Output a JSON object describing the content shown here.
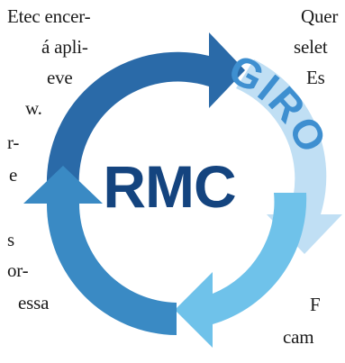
{
  "diagram": {
    "center_label": "RMC",
    "arc_label": "GIRO",
    "colors": {
      "arrow_top": "#2a6aa8",
      "arrow_right": "#4aa3df",
      "arrow_bottom": "#6fc2ea",
      "arrow_left": "#3a8ac4",
      "center_text": "#14447f",
      "arc_text": "#3e8fd0"
    }
  },
  "left_text_fragments": [
    "Etec encer-",
    "á apli-",
    "eve",
    "w.",
    "r-",
    "e",
    "s",
    "or-",
    "essa"
  ],
  "right_text_fragments": [
    "Quer",
    "selet",
    "Es",
    "F",
    "cam"
  ]
}
